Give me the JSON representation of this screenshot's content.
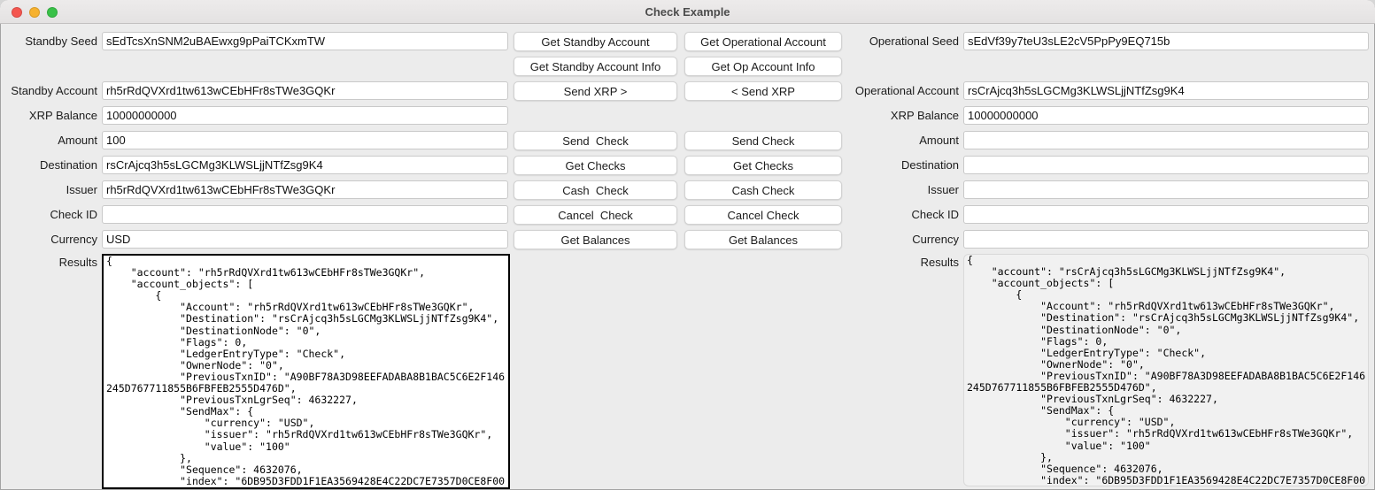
{
  "window": {
    "title": "Check Example"
  },
  "titlebar": {
    "close_color": "#f4564f",
    "minimize_color": "#f6b12e",
    "zoom_color": "#39c148"
  },
  "standby": {
    "seed_label": "Standby Seed",
    "seed": "sEdTcsXnSNM2uBAEwxg9pPaiTCKxmTW",
    "account_label": "Standby Account",
    "account": "rh5rRdQVXrd1tw613wCEbHFr8sTWe3GQKr",
    "balance_label": "XRP Balance",
    "balance": "10000000000",
    "amount_label": "Amount",
    "amount": "100",
    "destination_label": "Destination",
    "destination": "rsCrAjcq3h5sLGCMg3KLWSLjjNTfZsg9K4",
    "issuer_label": "Issuer",
    "issuer": "rh5rRdQVXrd1tw613wCEbHFr8sTWe3GQKr",
    "check_id_label": "Check ID",
    "check_id": "",
    "currency_label": "Currency",
    "currency": "USD",
    "results_label": "Results",
    "results": "{\n    \"account\": \"rh5rRdQVXrd1tw613wCEbHFr8sTWe3GQKr\",\n    \"account_objects\": [\n        {\n            \"Account\": \"rh5rRdQVXrd1tw613wCEbHFr8sTWe3GQKr\",\n            \"Destination\": \"rsCrAjcq3h5sLGCMg3KLWSLjjNTfZsg9K4\",\n            \"DestinationNode\": \"0\",\n            \"Flags\": 0,\n            \"LedgerEntryType\": \"Check\",\n            \"OwnerNode\": \"0\",\n            \"PreviousTxnID\": \"A90BF78A3D98EEFADABA8B1BAC5C6E2F146245D767711855B6FBFEB2555D476D\",\n            \"PreviousTxnLgrSeq\": 4632227,\n            \"SendMax\": {\n                \"currency\": \"USD\",\n                \"issuer\": \"rh5rRdQVXrd1tw613wCEbHFr8sTWe3GQKr\",\n                \"value\": \"100\"\n            },\n            \"Sequence\": 4632076,\n            \"index\": \"6DB95D3FDD1F1EA3569428E4C22DC7E7357D0CE8F00"
  },
  "operational": {
    "seed_label": "Operational Seed",
    "seed": "sEdVf39y7teU3sLE2cV5PpPy9EQ715b",
    "account_label": "Operational Account",
    "account": "rsCrAjcq3h5sLGCMg3KLWSLjjNTfZsg9K4",
    "balance_label": "XRP Balance",
    "balance": "10000000000",
    "amount_label": "Amount",
    "amount": "",
    "destination_label": "Destination",
    "destination": "",
    "issuer_label": "Issuer",
    "issuer": "",
    "check_id_label": "Check ID",
    "check_id": "",
    "currency_label": "Currency",
    "currency": "",
    "results_label": "Results",
    "results": "{\n    \"account\": \"rsCrAjcq3h5sLGCMg3KLWSLjjNTfZsg9K4\",\n    \"account_objects\": [\n        {\n            \"Account\": \"rh5rRdQVXrd1tw613wCEbHFr8sTWe3GQKr\",\n            \"Destination\": \"rsCrAjcq3h5sLGCMg3KLWSLjjNTfZsg9K4\",\n            \"DestinationNode\": \"0\",\n            \"Flags\": 0,\n            \"LedgerEntryType\": \"Check\",\n            \"OwnerNode\": \"0\",\n            \"PreviousTxnID\": \"A90BF78A3D98EEFADABA8B1BAC5C6E2F146245D767711855B6FBFEB2555D476D\",\n            \"PreviousTxnLgrSeq\": 4632227,\n            \"SendMax\": {\n                \"currency\": \"USD\",\n                \"issuer\": \"rh5rRdQVXrd1tw613wCEbHFr8sTWe3GQKr\",\n                \"value\": \"100\"\n            },\n            \"Sequence\": 4632076,\n            \"index\": \"6DB95D3FDD1F1EA3569428E4C22DC7E7357D0CE8F00"
  },
  "buttons": {
    "standby": {
      "get_account": "Get Standby Account",
      "get_info": "Get Standby Account Info",
      "send_xrp": "Send XRP >",
      "send_check": "Send  Check",
      "get_checks": "Get Checks",
      "cash_check": "Cash  Check",
      "cancel_check": "Cancel  Check",
      "get_balances": "Get Balances"
    },
    "operational": {
      "get_account": "Get Operational Account",
      "get_info": "Get Op Account Info",
      "send_xrp": "< Send XRP",
      "send_check": "Send Check",
      "get_checks": "Get Checks",
      "cash_check": "Cash Check",
      "cancel_check": "Cancel Check",
      "get_balances": "Get Balances"
    }
  }
}
